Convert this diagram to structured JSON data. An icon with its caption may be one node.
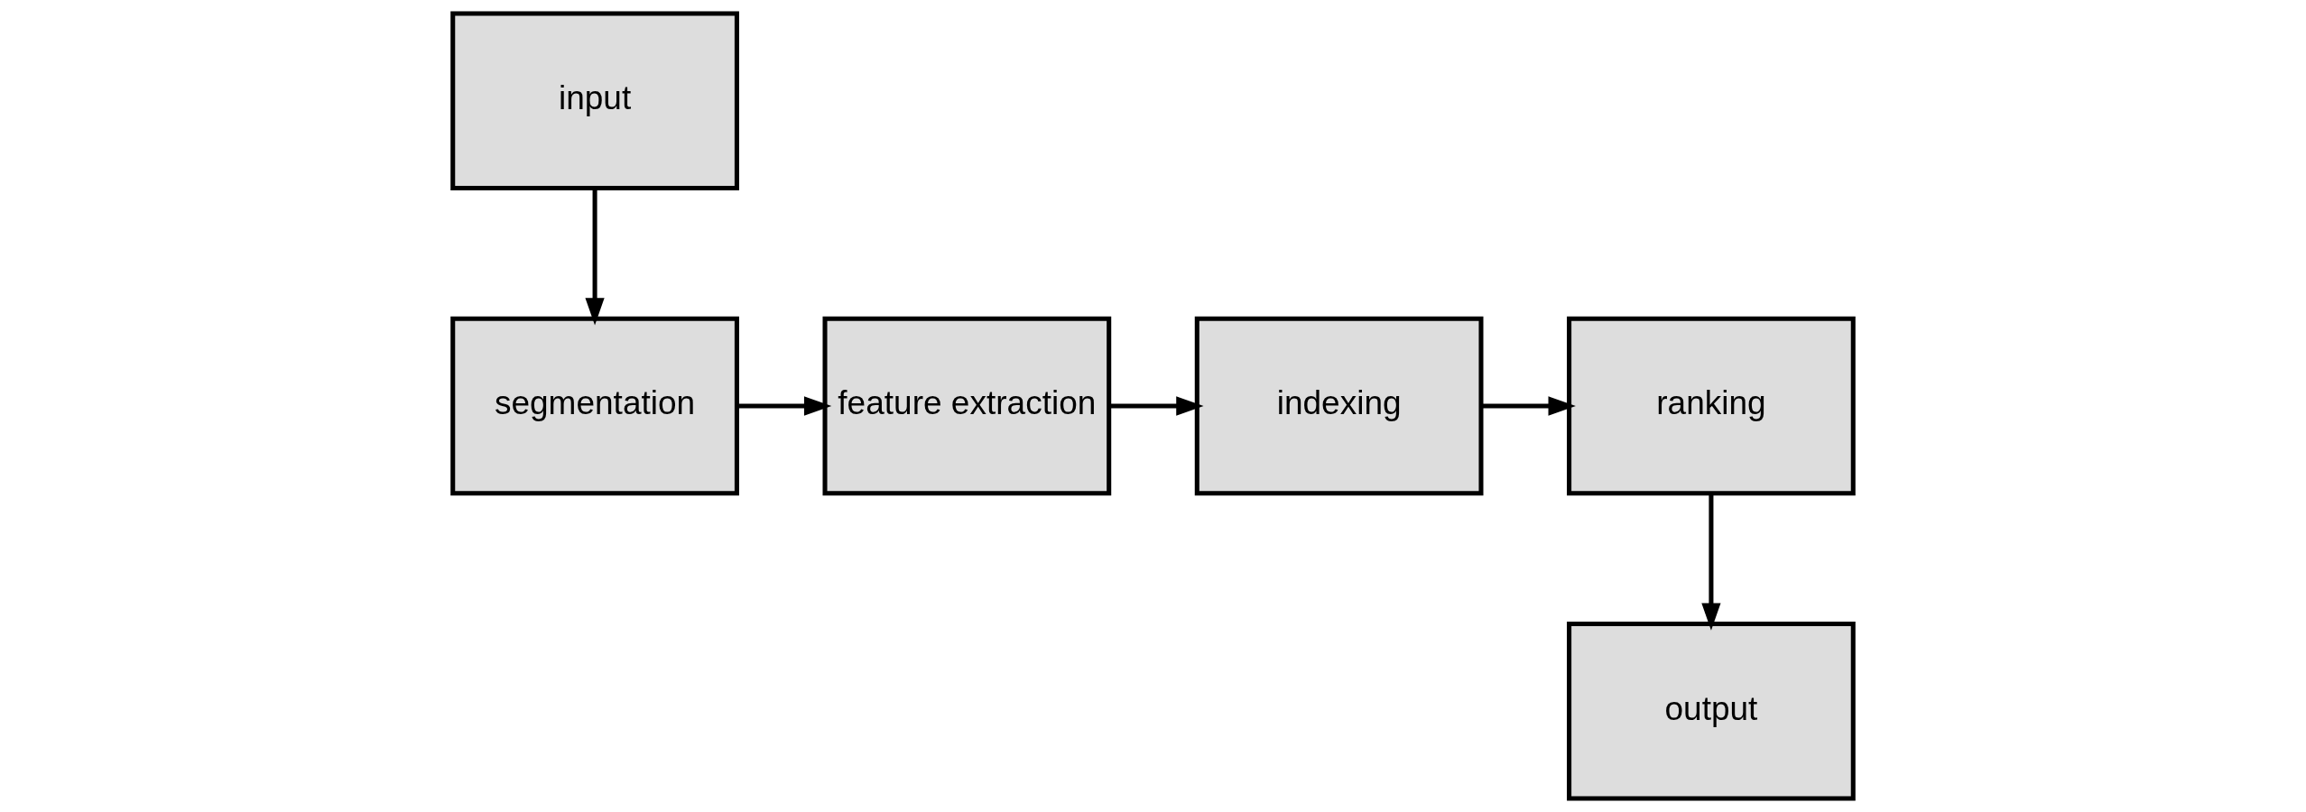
{
  "diagram": {
    "nodes": [
      {
        "text": [
          "input"
        ]
      },
      {
        "text": [
          "segmentation"
        ]
      },
      {
        "text": [
          "feature extraction"
        ]
      },
      {
        "text": [
          "indexing"
        ]
      },
      {
        "text": [
          "ranking"
        ]
      },
      {
        "text": [
          "output"
        ]
      }
    ],
    "edges": [
      {
        "from": 0,
        "to": 1,
        "arrow": "to"
      },
      {
        "from": 1,
        "to": 2,
        "arrow": "to"
      },
      {
        "from": 2,
        "to": 3,
        "arrow": "to"
      },
      {
        "from": 3,
        "to": 4,
        "arrow": "to"
      },
      {
        "from": 4,
        "to": 5,
        "arrow": "to"
      }
    ]
  }
}
